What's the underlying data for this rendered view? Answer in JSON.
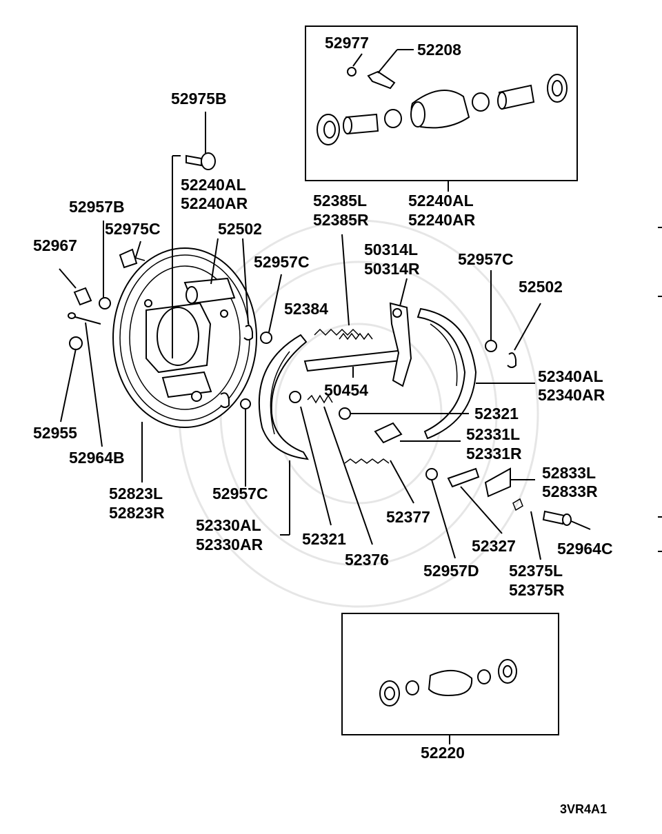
{
  "labels": {
    "l52977": "52977",
    "l52208": "52208",
    "l52975B": "52975B",
    "l52240AL_a": "52240AL",
    "l52240AR_a": "52240AR",
    "l52957B": "52957B",
    "l52975C": "52975C",
    "l52502_a": "52502",
    "l52967": "52967",
    "l52957C_a": "52957C",
    "l52385L": "52385L",
    "l52385R": "52385R",
    "l52240AL_b": "52240AL",
    "l52240AR_b": "52240AR",
    "l50314L": "50314L",
    "l50314R": "50314R",
    "l52957C_b": "52957C",
    "l52502_b": "52502",
    "l52384": "52384",
    "l52340AL": "52340AL",
    "l52340AR": "52340AR",
    "l50454": "50454",
    "l52321_a": "52321",
    "l52331L": "52331L",
    "l52331R": "52331R",
    "l52955": "52955",
    "l52964B": "52964B",
    "l52823L": "52823L",
    "l52823R": "52823R",
    "l52957C_c": "52957C",
    "l52833L": "52833L",
    "l52833R": "52833R",
    "l52330AL": "52330AL",
    "l52330AR": "52330AR",
    "l52321_b": "52321",
    "l52377": "52377",
    "l52376": "52376",
    "l52327": "52327",
    "l52964C": "52964C",
    "l52957D": "52957D",
    "l52375L": "52375L",
    "l52375R": "52375R",
    "l52220": "52220"
  },
  "diagram_code": "3VR4A1"
}
